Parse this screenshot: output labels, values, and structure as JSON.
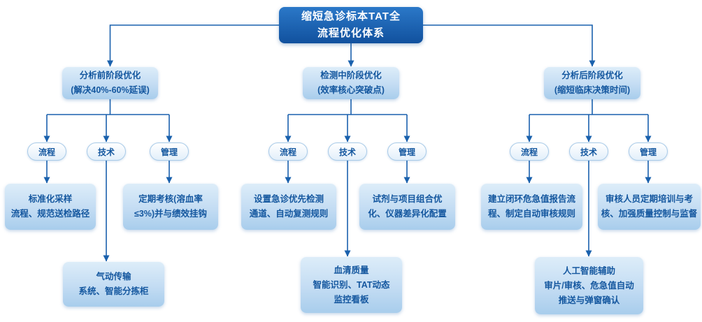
{
  "root": {
    "title": "缩短急诊标本TAT全\n流程优化体系"
  },
  "branches": [
    {
      "name": "pre-analysis",
      "stage": "分析前阶段优化\n(解决40%-60%延误)",
      "pills": [
        "流程",
        "技术",
        "管理"
      ],
      "process": "标准化采样\n流程、规范送检路径",
      "technology": "气动传输\n系统、智能分拣柜",
      "management": "定期考核(溶血率\n≤3%)并与绩效挂钩"
    },
    {
      "name": "in-testing",
      "stage": "检测中阶段优化\n(效率核心突破点)",
      "pills": [
        "流程",
        "技术",
        "管理"
      ],
      "process": "设置急诊优先检测\n通道、自动复测规则",
      "technology": "血清质量\n智能识别、TAT动态\n监控看板",
      "management": "试剂与项目组合优\n化、仪器差异化配置"
    },
    {
      "name": "post-analysis",
      "stage": "分析后阶段优化\n(缩短临床决策时间)",
      "pills": [
        "流程",
        "技术",
        "管理"
      ],
      "process": "建立闭环危急值报告流\n程、制定自动审核规则",
      "technology": "人工智能辅助\n审片/审核、危急值自动\n推送与弹窗确认",
      "management": "审核人员定期培训与考\n核、加强质量控制与监督"
    }
  ],
  "colors": {
    "line": "#1a61ad",
    "title-bg-top": "#2b78c8",
    "title-bg-bottom": "#11519e",
    "node-bg-top": "#ddedf9",
    "node-bg-bottom": "#a8cdec",
    "node-text": "#14579f",
    "pill-border": "#a9cbe8",
    "canvas-bg": "#ffffff"
  }
}
